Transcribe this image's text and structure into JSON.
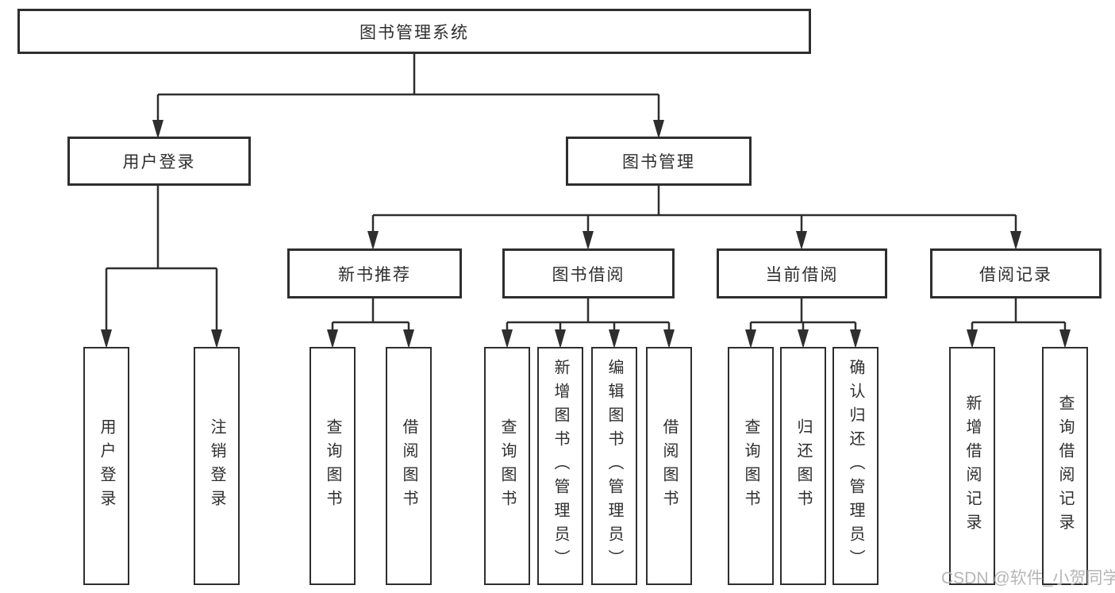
{
  "diagram": {
    "title_node": {
      "label": "图书管理系统"
    },
    "level2": [
      {
        "label": "用户登录"
      },
      {
        "label": "图书管理"
      }
    ],
    "level3": [
      {
        "label": "新书推荐"
      },
      {
        "label": "图书借阅"
      },
      {
        "label": "当前借阅"
      },
      {
        "label": "借阅记录"
      }
    ],
    "leaves": [
      {
        "label": "用户登录",
        "parent": "用户登录"
      },
      {
        "label": "注销登录",
        "parent": "用户登录"
      },
      {
        "label": "查询图书",
        "parent": "新书推荐"
      },
      {
        "label": "借阅图书",
        "parent": "新书推荐"
      },
      {
        "label": "查询图书",
        "parent": "图书借阅"
      },
      {
        "label": "新增图书（管理员）",
        "parent": "图书借阅"
      },
      {
        "label": "编辑图书（管理员）",
        "parent": "图书借阅"
      },
      {
        "label": "借阅图书",
        "parent": "图书借阅"
      },
      {
        "label": "查询图书",
        "parent": "当前借阅"
      },
      {
        "label": "归还图书",
        "parent": "当前借阅"
      },
      {
        "label": "确认归还（管理员）",
        "parent": "当前借阅"
      },
      {
        "label": "新增借阅记录",
        "parent": "借阅记录"
      },
      {
        "label": "查询借阅记录",
        "parent": "借阅记录"
      }
    ]
  },
  "watermark": {
    "text": "CSDN @软件_小贺同学"
  },
  "colors": {
    "line": "#2e2e2e",
    "text": "#2e2e2e",
    "watermark": "#b6b6b6",
    "background": "#ffffff"
  }
}
